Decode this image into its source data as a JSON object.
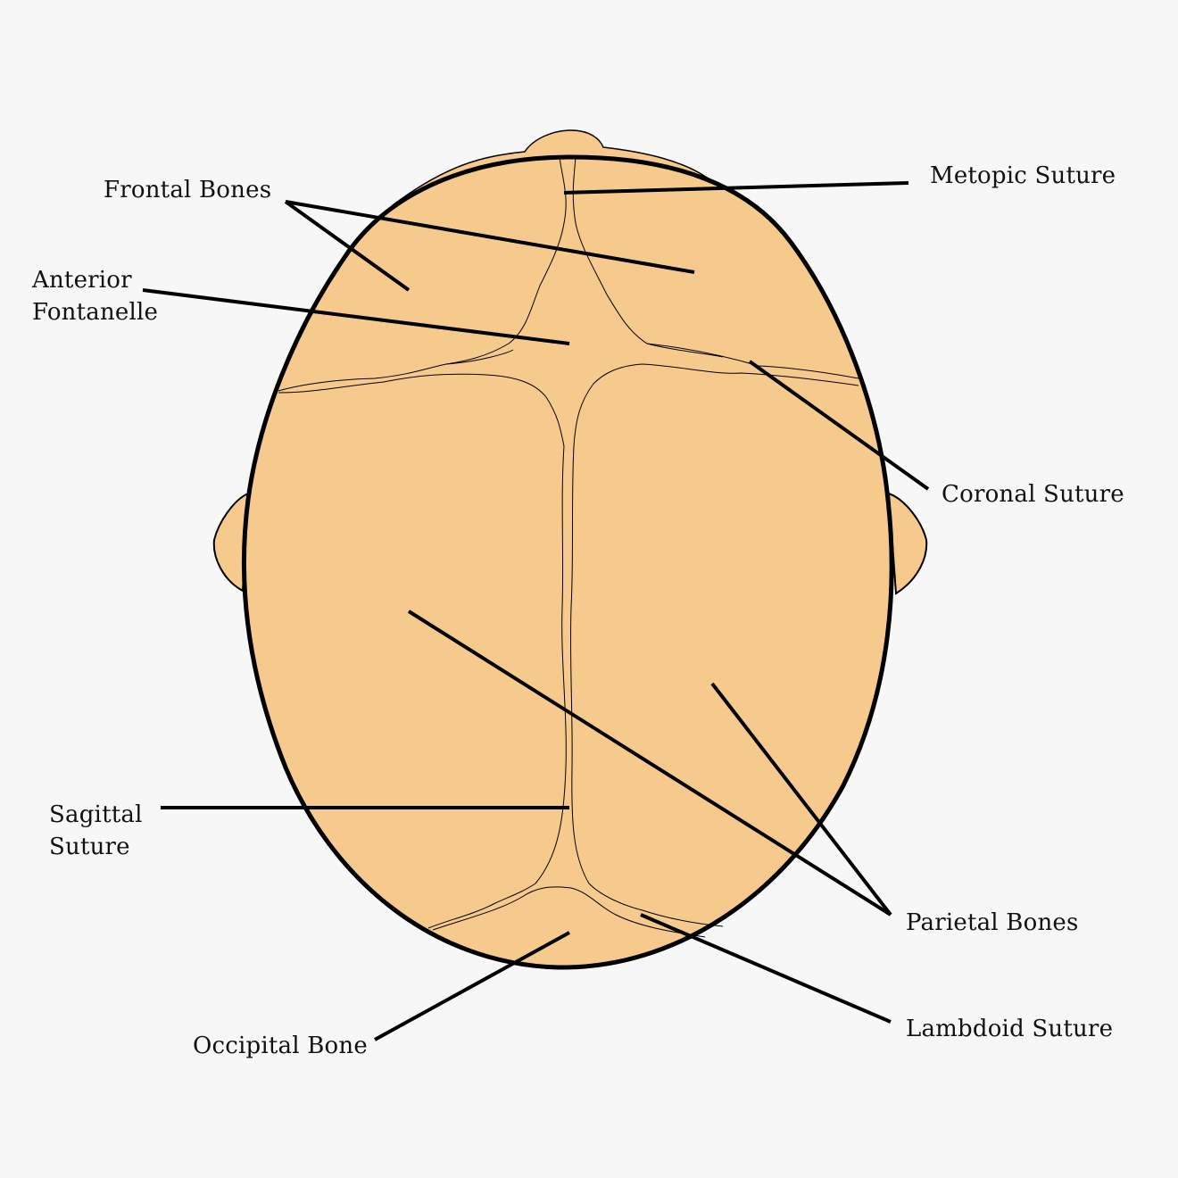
{
  "colors": {
    "background": "#f7f7f7",
    "skin": "#f6ca8d",
    "outline": "#000000"
  },
  "labels": {
    "frontal_bones": "Frontal Bones",
    "metopic_suture": "Metopic Suture",
    "anterior_fontanelle_line1": "Anterior",
    "anterior_fontanelle_line2": "Fontanelle",
    "coronal_suture": "Coronal Suture",
    "sagittal_suture_line1": "Sagittal",
    "sagittal_suture_line2": "Suture",
    "parietal_bones": "Parietal Bones",
    "lambdoid_suture": "Lambdoid Suture",
    "occipital_bone": "Occipital Bone"
  }
}
